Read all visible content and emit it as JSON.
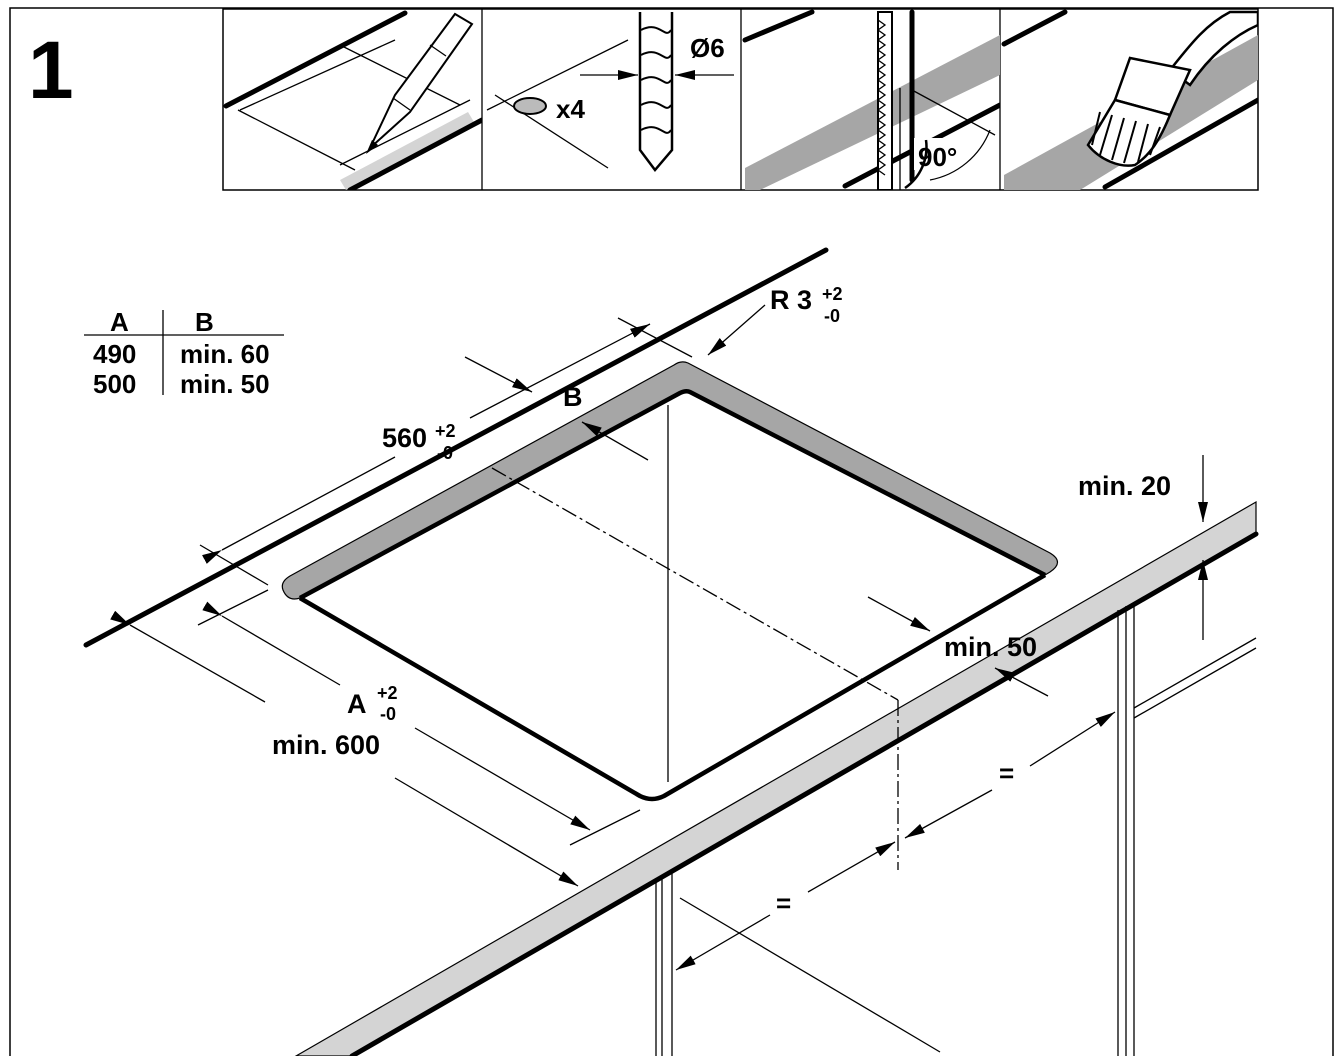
{
  "step_number": "1",
  "panels": {
    "drill_size": "Ø6",
    "screw_count": "x4",
    "angle": "90°"
  },
  "table": {
    "headers": [
      "A",
      "B"
    ],
    "rows": [
      [
        "490",
        "min. 60"
      ],
      [
        "500",
        "min. 50"
      ]
    ]
  },
  "dimensions": {
    "radius_base": "R 3",
    "radius_tol_plus": "+2",
    "radius_tol_minus": "-0",
    "depth_base": "560",
    "depth_tol_plus": "+2",
    "depth_tol_minus": "-0",
    "b_label": "B",
    "width_base": "A",
    "width_tol_plus": "+2",
    "width_tol_minus": "-0",
    "min_600": "min. 600",
    "min_20": "min. 20",
    "min_50": "min. 50",
    "equal_1": "=",
    "equal_2": "="
  },
  "colors": {
    "cut_edge": "#a6a6a6",
    "worktop_edge": "#d4d4d4",
    "ink": "#000000"
  }
}
